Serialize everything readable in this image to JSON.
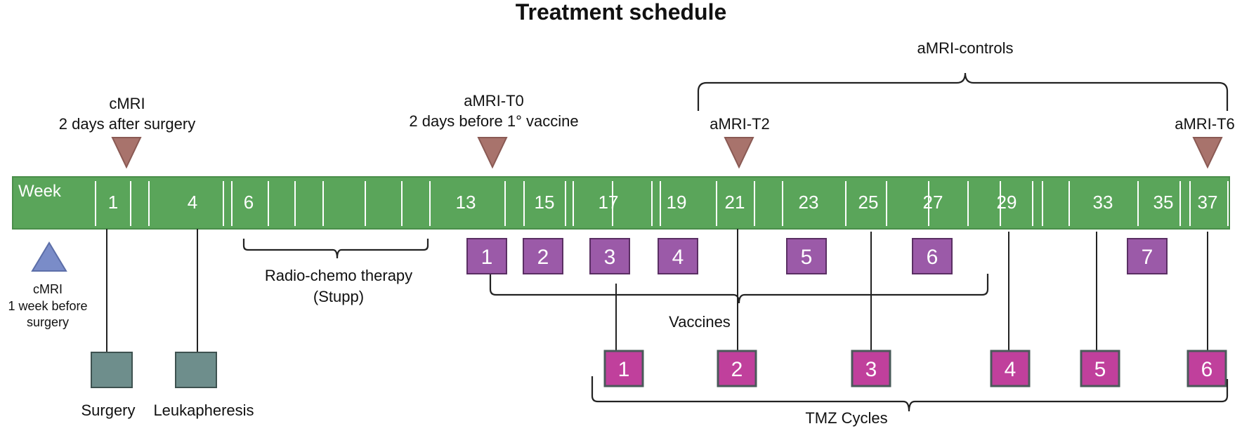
{
  "title": "Treatment schedule",
  "timeline": {
    "week_label": "Week",
    "ticks": [
      "1",
      "4",
      "6",
      "13",
      "15",
      "17",
      "19",
      "21",
      "23",
      "25",
      "27",
      "29",
      "33",
      "35",
      "37"
    ],
    "bar_color": "#5aa55a"
  },
  "markers_top": [
    {
      "line1": "cMRI",
      "line2": "2 days after surgery"
    },
    {
      "line1": "aMRI-T0",
      "line2": "2 days before 1° vaccine"
    },
    {
      "line1": "aMRI-T2",
      "line2": ""
    },
    {
      "line1": "aMRI-T6",
      "line2": ""
    }
  ],
  "controls_label": "aMRI-controls",
  "pre_mri": {
    "line1": "cMRI",
    "line2": "1 week before",
    "line3": "surgery"
  },
  "radio_chemo": {
    "line1": "Radio-chemo therapy",
    "line2": "(Stupp)"
  },
  "vaccines": {
    "label": "Vaccines",
    "numbers": [
      "1",
      "2",
      "3",
      "4",
      "5",
      "6",
      "7"
    ],
    "color": "#9b5aa8"
  },
  "tmz": {
    "label": "TMZ Cycles",
    "numbers": [
      "1",
      "2",
      "3",
      "4",
      "5",
      "6"
    ],
    "color": "#c0409c"
  },
  "procedures": {
    "surgery": "Surgery",
    "leukapheresis": "Leukapheresis",
    "color": "#6e8e8c"
  },
  "colors": {
    "mri_marker": "#a8736c",
    "pre_marker": "#7a8cc8"
  }
}
